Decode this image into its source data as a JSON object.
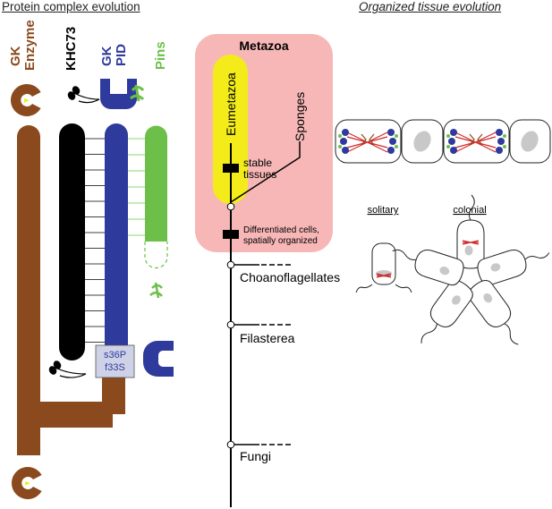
{
  "headings": {
    "left": "Protein complex evolution",
    "right": "Organized tissue evolution"
  },
  "columns": {
    "gk_enzyme": {
      "line1": "GK",
      "line2": "Enzyme"
    },
    "khc73": "KHC73",
    "gk_pid": {
      "line1": "GK",
      "line2": "PID"
    },
    "pins": "Pins"
  },
  "mutation": {
    "line1": "s36P",
    "line2": "f33S"
  },
  "tree": {
    "metazoa": "Metazoa",
    "eumetazoa": "Eumetazoa",
    "sponges": "Sponges",
    "stable_tissues": {
      "line1": "stable",
      "line2": "tissues"
    },
    "differentiated": {
      "line1": "Differentiated cells,",
      "line2": "spatially organized"
    },
    "choanoflagellates": "Choanoflagellates",
    "filasterea": "Filasterea",
    "fungi": "Fungi"
  },
  "choano_forms": {
    "solitary": "solitary",
    "colonial": "colonial"
  },
  "colors": {
    "gk_enzyme": "#8b4a1e",
    "khc73": "#000000",
    "gk_pid": "#2e3a9c",
    "pins": "#6cc04a",
    "metazoa_bg": "#f7b7b7",
    "eumetazoa_bg": "#f3ec1a",
    "spindle": "#d22a2a",
    "nucleus": "#c8c8c8"
  }
}
